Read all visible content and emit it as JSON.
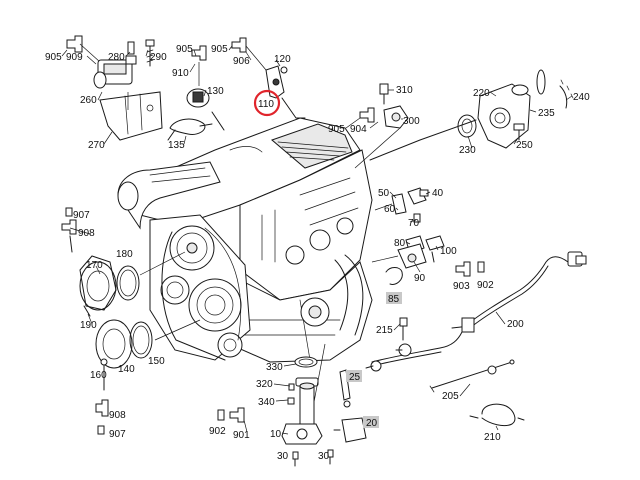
{
  "colors": {
    "highlight": "#e0242b",
    "box_fill": "#c8c8c8",
    "line": "#1a1a1a"
  },
  "labels": {
    "p905a": "905",
    "p909": "909",
    "p280": "280",
    "p290": "290",
    "p260": "260",
    "p270": "270",
    "p905b": "905",
    "p910": "910",
    "p130": "130",
    "p135": "135",
    "p905c": "905",
    "p906": "906",
    "p120": "120",
    "p110": "110",
    "p310": "310",
    "p905d": "905",
    "p904": "904",
    "p300": "300",
    "p220": "220",
    "p240": "240",
    "p235": "235",
    "p230": "230",
    "p250": "250",
    "p907a": "907",
    "p908a": "908",
    "p180": "180",
    "p170": "170",
    "p190": "190",
    "p150": "150",
    "p160": "160",
    "p140": "140",
    "p908b": "908",
    "p907b": "907",
    "p50": "50",
    "p40": "40",
    "p60": "60",
    "p70": "70",
    "p80": "80",
    "p100": "100",
    "p90": "90",
    "p85": "85",
    "p903": "903",
    "p902a": "902",
    "p215": "215",
    "p200": "200",
    "p205": "205",
    "p210": "210",
    "p330": "330",
    "p320": "320",
    "p340": "340",
    "p25": "25",
    "p20": "20",
    "p902b": "902",
    "p901": "901",
    "p10": "10",
    "p30a": "30",
    "p30b": "30"
  }
}
